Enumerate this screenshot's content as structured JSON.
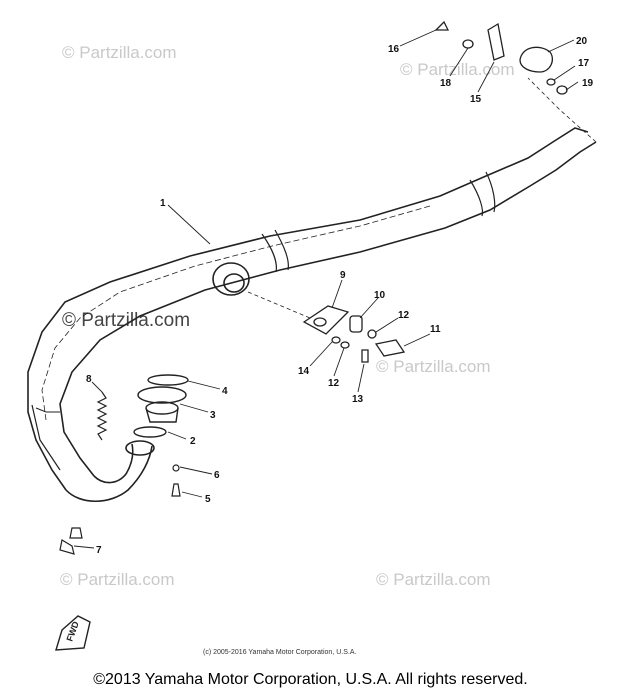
{
  "callouts": [
    {
      "id": "c1",
      "label": "1"
    },
    {
      "id": "c2",
      "label": "2"
    },
    {
      "id": "c3",
      "label": "3"
    },
    {
      "id": "c4",
      "label": "4"
    },
    {
      "id": "c5",
      "label": "5"
    },
    {
      "id": "c6",
      "label": "6"
    },
    {
      "id": "c7",
      "label": "7"
    },
    {
      "id": "c8",
      "label": "8"
    },
    {
      "id": "c9",
      "label": "9"
    },
    {
      "id": "c10",
      "label": "10"
    },
    {
      "id": "c11",
      "label": "11"
    },
    {
      "id": "c12a",
      "label": "12"
    },
    {
      "id": "c12b",
      "label": "12"
    },
    {
      "id": "c13",
      "label": "13"
    },
    {
      "id": "c14",
      "label": "14"
    },
    {
      "id": "c15",
      "label": "15"
    },
    {
      "id": "c16",
      "label": "16"
    },
    {
      "id": "c17",
      "label": "17"
    },
    {
      "id": "c18",
      "label": "18"
    },
    {
      "id": "c19",
      "label": "19"
    },
    {
      "id": "c20",
      "label": "20"
    }
  ],
  "watermark_text": "© Partzilla.com",
  "fwd_label": "FWD",
  "inner_copyright": "(c) 2005-2016 Yamaha Motor Corporation, U.S.A.",
  "footer_copyright": "©2013 Yamaha Motor Corporation, U.S.A. All rights reserved."
}
